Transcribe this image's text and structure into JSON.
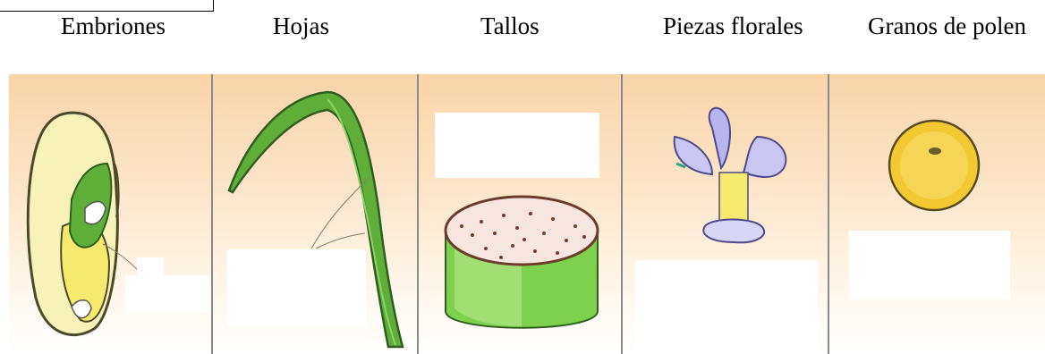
{
  "labels": {
    "embriones": "Embriones",
    "hojas": "Hojas",
    "tallos": "Tallos",
    "piezas_florales": "Piezas florales",
    "granos_de_polen": "Granos de polen"
  },
  "colors": {
    "panel_top": "#f8d4a8",
    "panel_bottom": "#ffffff",
    "leaf_green": "#5fae3a",
    "pollen_yellow": "#f2c833",
    "flower_violet": "#8f86d6"
  }
}
